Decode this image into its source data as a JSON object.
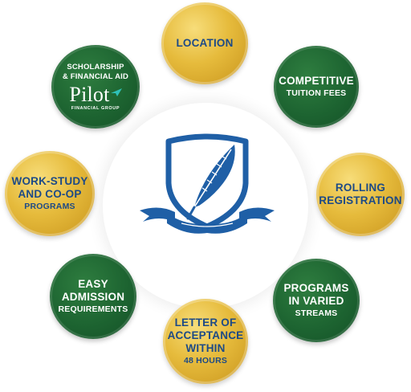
{
  "nodes": {
    "location": {
      "line1": "LOCATION"
    },
    "competitive": {
      "line1": "COMPETITIVE",
      "line2": "TUITION FEES"
    },
    "rolling": {
      "line1": "ROLLING",
      "line2": "REGISTRATION"
    },
    "programs": {
      "line1": "PROGRAMS",
      "line2": "IN VARIED",
      "line3": "STREAMS"
    },
    "letter": {
      "line1": "LETTER OF",
      "line2": "ACCEPTANCE",
      "line3": "WITHIN",
      "line4": "48 HOURS"
    },
    "easy": {
      "line1": "EASY",
      "line2": "ADMISSION",
      "line3": "REQUIREMENTS"
    },
    "workstudy": {
      "line1": "WORK-STUDY",
      "line2": "AND CO-OP",
      "line3": "PROGRAMS"
    },
    "scholarship": {
      "line1": "SCHOLARSHIP",
      "line2": "& FINANCIAL AID",
      "brand": "Pilot",
      "brand_sub": "FINANCIAL GROUP"
    }
  },
  "colors": {
    "gold": "#e6bb3c",
    "green": "#1d6431",
    "navy_text": "#1d4a86",
    "logo_blue": "#1f5fa6"
  },
  "icons": {
    "center": "quill-shield-crest-icon",
    "brand": "pilot-plane-icon"
  }
}
